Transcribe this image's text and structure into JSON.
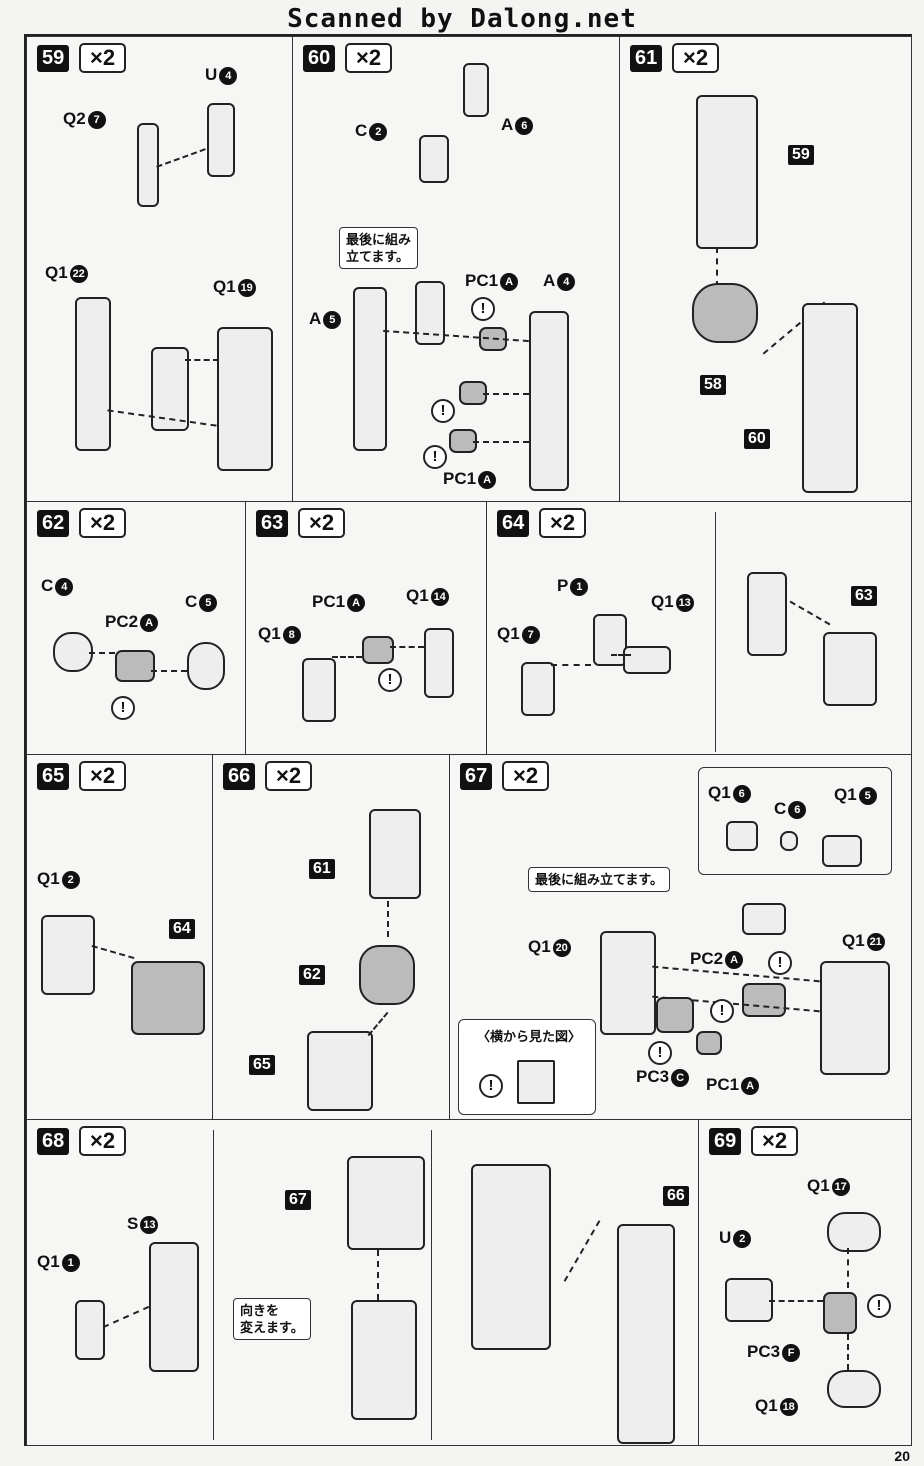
{
  "watermark": "Scanned by Dalong.net",
  "page_number": "20",
  "multiplier": "×2",
  "steps": {
    "s59": {
      "no": "59",
      "labels": {
        "u": "U",
        "q2": "Q2",
        "q1a": "Q1",
        "q1b": "Q1"
      },
      "nums": {
        "u": "4",
        "q2": "7",
        "q1a": "22",
        "q1b": "19"
      }
    },
    "s60": {
      "no": "60",
      "note": "最後に組み\n立てます。",
      "labels": {
        "c": "C",
        "a6": "A",
        "a5": "A",
        "a4": "A",
        "pc1a": "PC1",
        "pc1b": "PC1"
      },
      "nums": {
        "c": "2",
        "a6": "6",
        "a5": "5",
        "a4": "4",
        "pc1a": "A",
        "pc1b": "A"
      }
    },
    "s61": {
      "no": "61",
      "refs": [
        "59",
        "58",
        "60"
      ]
    },
    "s62": {
      "no": "62",
      "labels": {
        "c4": "C",
        "c5": "C",
        "pc2": "PC2"
      },
      "nums": {
        "c4": "4",
        "c5": "5",
        "pc2": "A"
      }
    },
    "s63": {
      "no": "63",
      "labels": {
        "pc1": "PC1",
        "q1a": "Q1",
        "q1b": "Q1"
      },
      "nums": {
        "pc1": "A",
        "q1a": "14",
        "q1b": "8"
      }
    },
    "s64": {
      "no": "64",
      "labels": {
        "p": "P",
        "q1a": "Q1",
        "q1b": "Q1"
      },
      "nums": {
        "p": "1",
        "q1a": "13",
        "q1b": "7"
      },
      "ref": "63"
    },
    "s65": {
      "no": "65",
      "labels": {
        "q1": "Q1"
      },
      "nums": {
        "q1": "2"
      },
      "ref": "64"
    },
    "s66": {
      "no": "66",
      "refs": [
        "61",
        "62",
        "65"
      ]
    },
    "s67": {
      "no": "67",
      "note": "最後に組み立てます。",
      "side_view": "〈横から見た図〉",
      "labels": {
        "q1a": "Q1",
        "c": "C",
        "q1b": "Q1",
        "q1c": "Q1",
        "q1d": "Q1",
        "pc2": "PC2",
        "pc3": "PC3",
        "pc1": "PC1"
      },
      "nums": {
        "q1a": "6",
        "c": "6",
        "q1b": "5",
        "q1c": "20",
        "q1d": "21",
        "pc2": "A",
        "pc3": "C",
        "pc1": "A"
      }
    },
    "s68": {
      "no": "68",
      "note": "向きを\n変えます。",
      "labels": {
        "s": "S",
        "q1": "Q1"
      },
      "nums": {
        "s": "13",
        "q1": "1"
      },
      "refs": [
        "67",
        "66"
      ]
    },
    "s69": {
      "no": "69",
      "labels": {
        "q1a": "Q1",
        "u": "U",
        "pc3": "PC3",
        "q1b": "Q1"
      },
      "nums": {
        "q1a": "17",
        "u": "2",
        "pc3": "F",
        "q1b": "18"
      }
    }
  }
}
